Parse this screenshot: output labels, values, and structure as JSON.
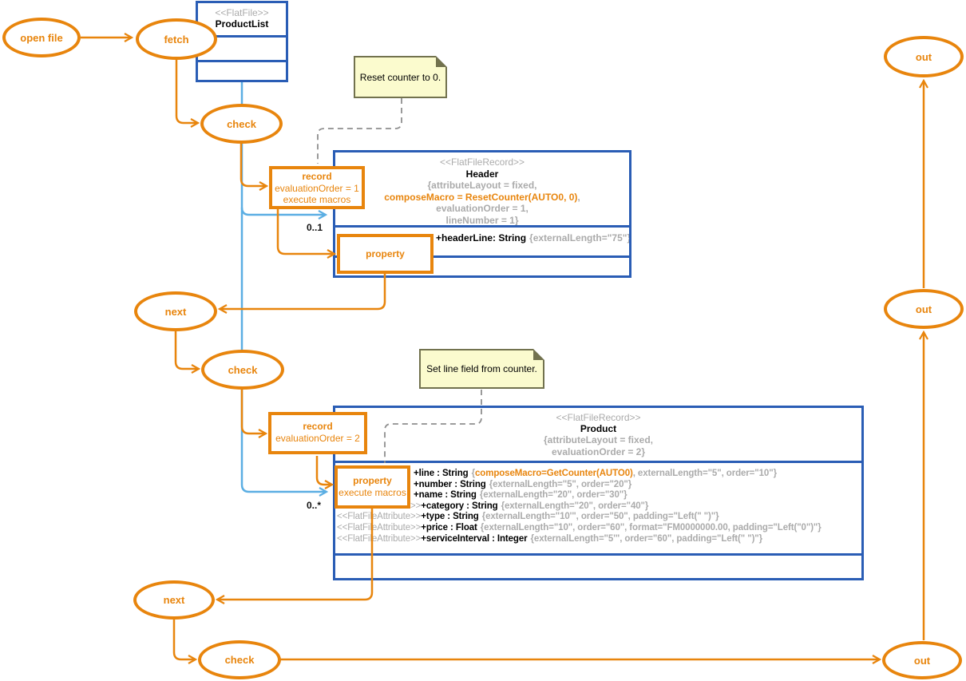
{
  "colors": {
    "orange": "#E8850D",
    "class_border_blue": "#2A5DB5",
    "association_blue": "#5BAEE3",
    "note_fill": "#FBFBCE",
    "note_border": "#72724E",
    "gray_text": "#ABABAB",
    "dashed_connector": "#8F8F8F"
  },
  "ellipses": {
    "open_file": "open file",
    "fetch": "fetch",
    "check": "check",
    "next": "next",
    "out": "out"
  },
  "classes": {
    "productlist": {
      "stereotype": "<<FlatFile>>",
      "name": "ProductList"
    },
    "header": {
      "stereotype": "<<FlatFileRecord>>",
      "name": "Header",
      "constraint1": "{attributeLayout = fixed,",
      "macro": "composeMacro = ResetCounter(AUTO0, 0)",
      "macro_tail": ",",
      "constraint2": "evaluationOrder = 1,",
      "constraint3": "lineNumber = 1}",
      "attribute": {
        "name": "+headerLine: String",
        "constraint": "{externalLength=\"75\"}"
      }
    },
    "product": {
      "stereotype": "<<FlatFileRecord>>",
      "name": "Product",
      "constraint1": "{attributeLayout = fixed,",
      "constraint2": "evaluationOrder = 2}",
      "attributes": [
        {
          "stereotype": "",
          "name": "+line : String",
          "cpre": "{",
          "macro": "composeMacro=GetCounter(AUTO0)",
          "cpost": ", externalLength=\"5\", order=\"10\"}"
        },
        {
          "stereotype": "",
          "name": "+number : String",
          "cpre": "{externalLength=\"5\", order=\"20\"}",
          "macro": "",
          "cpost": ""
        },
        {
          "stereotype": "",
          "name": "+name : String",
          "cpre": "{externalLength=\"20\", order=\"30\"}",
          "macro": "",
          "cpost": ""
        },
        {
          "stereotype": "<<FlatFileAttribute>>",
          "name": "+category : String",
          "cpre": "{externalLength=\"20\", order=\"40\"}",
          "macro": "",
          "cpost": ""
        },
        {
          "stereotype": "<<FlatFileAttribute>>",
          "name": "+type : String",
          "cpre": "{externalLength=\"10'\", order=\"50\", padding=\"Left(\" \")\"}",
          "macro": "",
          "cpost": ""
        },
        {
          "stereotype": "<<FlatFileAttribute>>",
          "name": "+price : Float",
          "cpre": "{externalLength=\"10\", order=\"60\", format=\"FM0000000.00, padding=\"Left(\"0\")\"}",
          "macro": "",
          "cpost": ""
        },
        {
          "stereotype": "<<FlatFileAttribute>>",
          "name": "+serviceInterval : Integer",
          "cpre": "{externalLength=\"5'\", order=\"60\", padding=\"Left(\" \")\"}",
          "macro": "",
          "cpost": ""
        }
      ]
    }
  },
  "actions": {
    "record1": {
      "title": "record",
      "line1": "evaluationOrder = 1",
      "line2": "execute macros"
    },
    "property1": {
      "title": "property"
    },
    "record2": {
      "title": "record",
      "line1": "evaluationOrder = 2"
    },
    "property2": {
      "title": "property",
      "line1": "execute macros"
    }
  },
  "notes": {
    "reset": "Reset counter to 0.",
    "setline": "Set line field from counter."
  },
  "labels": {
    "mult_header": "0..1",
    "mult_product": "0..*"
  }
}
